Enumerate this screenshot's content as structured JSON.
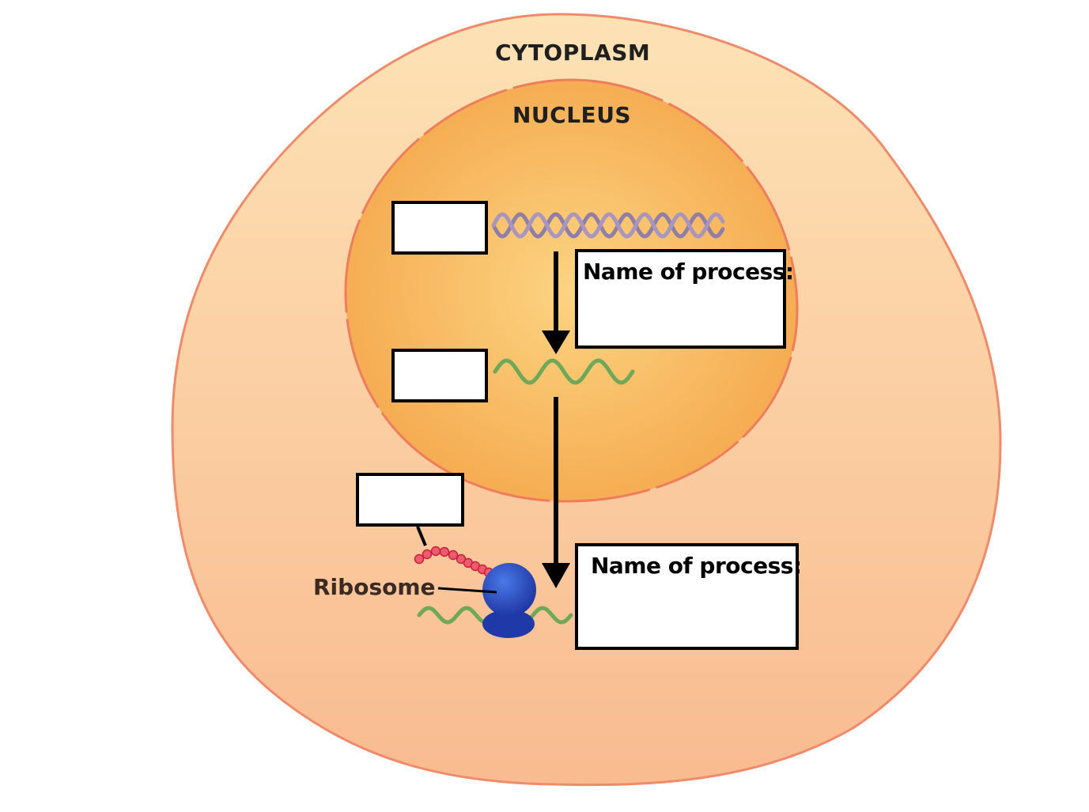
{
  "labels": {
    "cytoplasm": "CYTOPLASM",
    "nucleus": "NUCLEUS",
    "ribosome": "Ribosome"
  },
  "process_boxes": [
    {
      "title": "Name of process:"
    },
    {
      "title": "Name of process:"
    }
  ],
  "blank_boxes": [
    "",
    "",
    ""
  ],
  "colors": {
    "cell_fill_top": "#fde2b5",
    "cell_fill_bottom": "#f9bb90",
    "cell_border": "#f08a6a",
    "nucleus_fill_center": "#fcd07e",
    "nucleus_fill_edge": "#f5a84e",
    "nucleus_border": "#ef7c5c",
    "dna": "#8f7fa8",
    "rna": "#6ea858",
    "ribosome": "#2446b8",
    "polypeptide": "#e8405a",
    "arrow": "#000000"
  }
}
